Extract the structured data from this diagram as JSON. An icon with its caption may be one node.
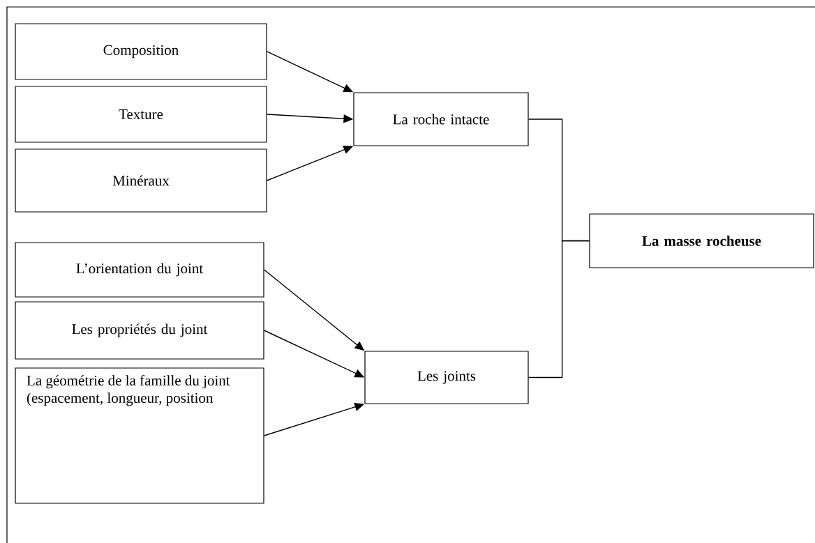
{
  "diagram": {
    "nodes": [
      {
        "text": [
          "Composition"
        ]
      },
      {
        "text": [
          "Texture"
        ]
      },
      {
        "text": [
          "Minéraux"
        ]
      },
      {
        "text": [
          "L’orientation du joint"
        ]
      },
      {
        "text": [
          "Les propriétés du joint"
        ]
      },
      {
        "text": [
          "La géométrie de la famille du joint (espacement, longueur, position"
        ]
      },
      {
        "text": [
          "La roche intacte"
        ]
      },
      {
        "text": [
          "Les joints"
        ]
      },
      {
        "text": [
          "La masse rocheuse"
        ]
      }
    ],
    "edges": [
      {
        "from": 0,
        "to": 6,
        "arrow": "to"
      },
      {
        "from": 1,
        "to": 6,
        "arrow": "to"
      },
      {
        "from": 2,
        "to": 6,
        "arrow": "to"
      },
      {
        "from": 3,
        "to": 7,
        "arrow": "to"
      },
      {
        "from": 4,
        "to": 7,
        "arrow": "to"
      },
      {
        "from": 5,
        "to": 7,
        "arrow": "to"
      },
      {
        "from": 6,
        "to": 8,
        "arrow": "none"
      },
      {
        "from": 7,
        "to": 8,
        "arrow": "none"
      }
    ]
  }
}
